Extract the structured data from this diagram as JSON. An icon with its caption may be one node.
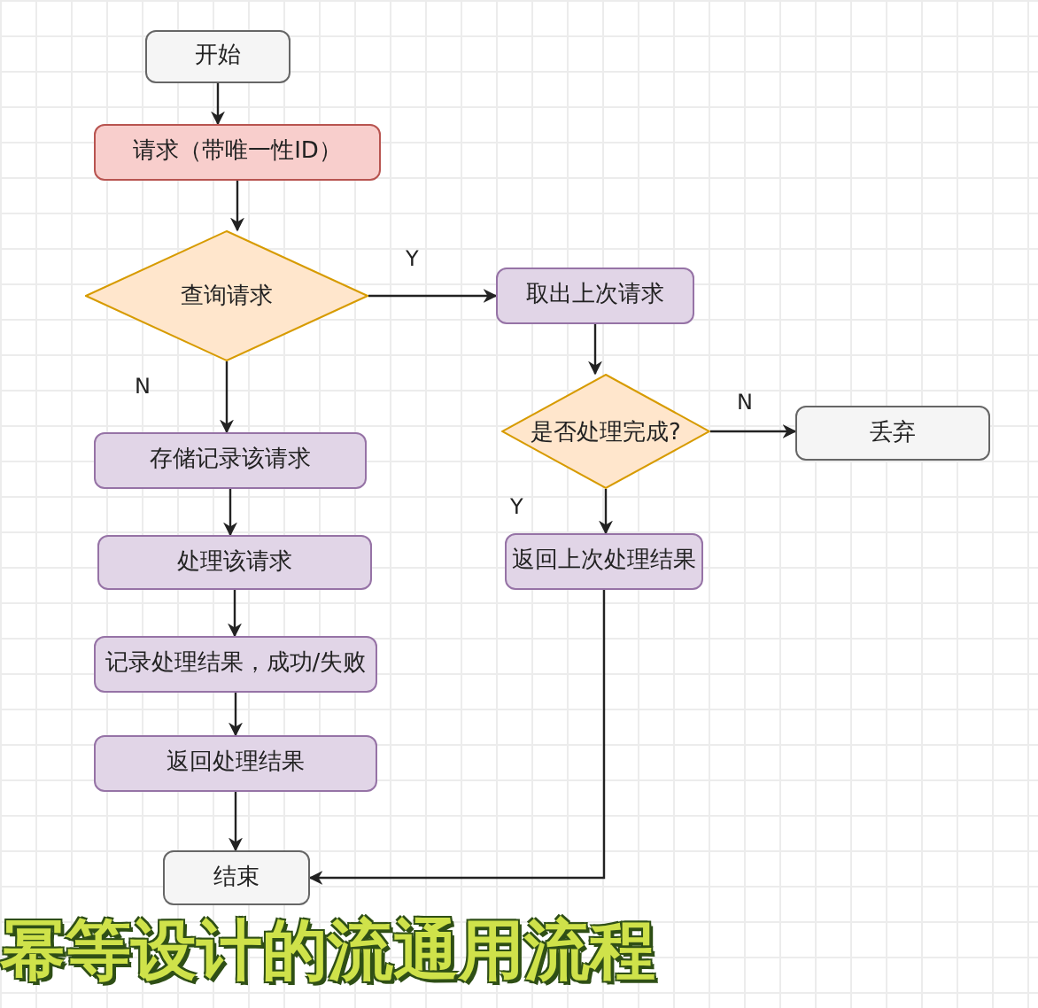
{
  "diagram": {
    "caption": "幂等设计的流通用流程",
    "nodes": [
      {
        "text": [
          "开始"
        ]
      },
      {
        "text": [
          "请求（带唯一性ID）"
        ]
      },
      {
        "text": [
          "查询请求"
        ]
      },
      {
        "text": [
          "取出上次请求"
        ]
      },
      {
        "text": [
          "是否处理完成?"
        ]
      },
      {
        "text": [
          "丢弃"
        ]
      },
      {
        "text": [
          "存储记录该请求"
        ]
      },
      {
        "text": [
          "处理该请求"
        ]
      },
      {
        "text": [
          "记录处理结果，成功/失败"
        ]
      },
      {
        "text": [
          "返回处理结果"
        ]
      },
      {
        "text": [
          "返回上次处理结果"
        ]
      },
      {
        "text": [
          "结束"
        ]
      }
    ],
    "edges": [
      {
        "from": 0,
        "to": 1,
        "arrow": "to"
      },
      {
        "from": 1,
        "to": 2,
        "arrow": "to"
      },
      {
        "from": 2,
        "to": 3,
        "arrow": "to",
        "label": "Y"
      },
      {
        "from": 2,
        "to": 6,
        "arrow": "to",
        "label": "N"
      },
      {
        "from": 3,
        "to": 4,
        "arrow": "to"
      },
      {
        "from": 4,
        "to": 5,
        "arrow": "to",
        "label": "N"
      },
      {
        "from": 4,
        "to": 10,
        "arrow": "to",
        "label": "Y"
      },
      {
        "from": 6,
        "to": 7,
        "arrow": "to"
      },
      {
        "from": 7,
        "to": 8,
        "arrow": "to"
      },
      {
        "from": 8,
        "to": 9,
        "arrow": "to"
      },
      {
        "from": 9,
        "to": 11,
        "arrow": "to"
      },
      {
        "from": 10,
        "to": 11,
        "arrow": "to"
      }
    ]
  }
}
